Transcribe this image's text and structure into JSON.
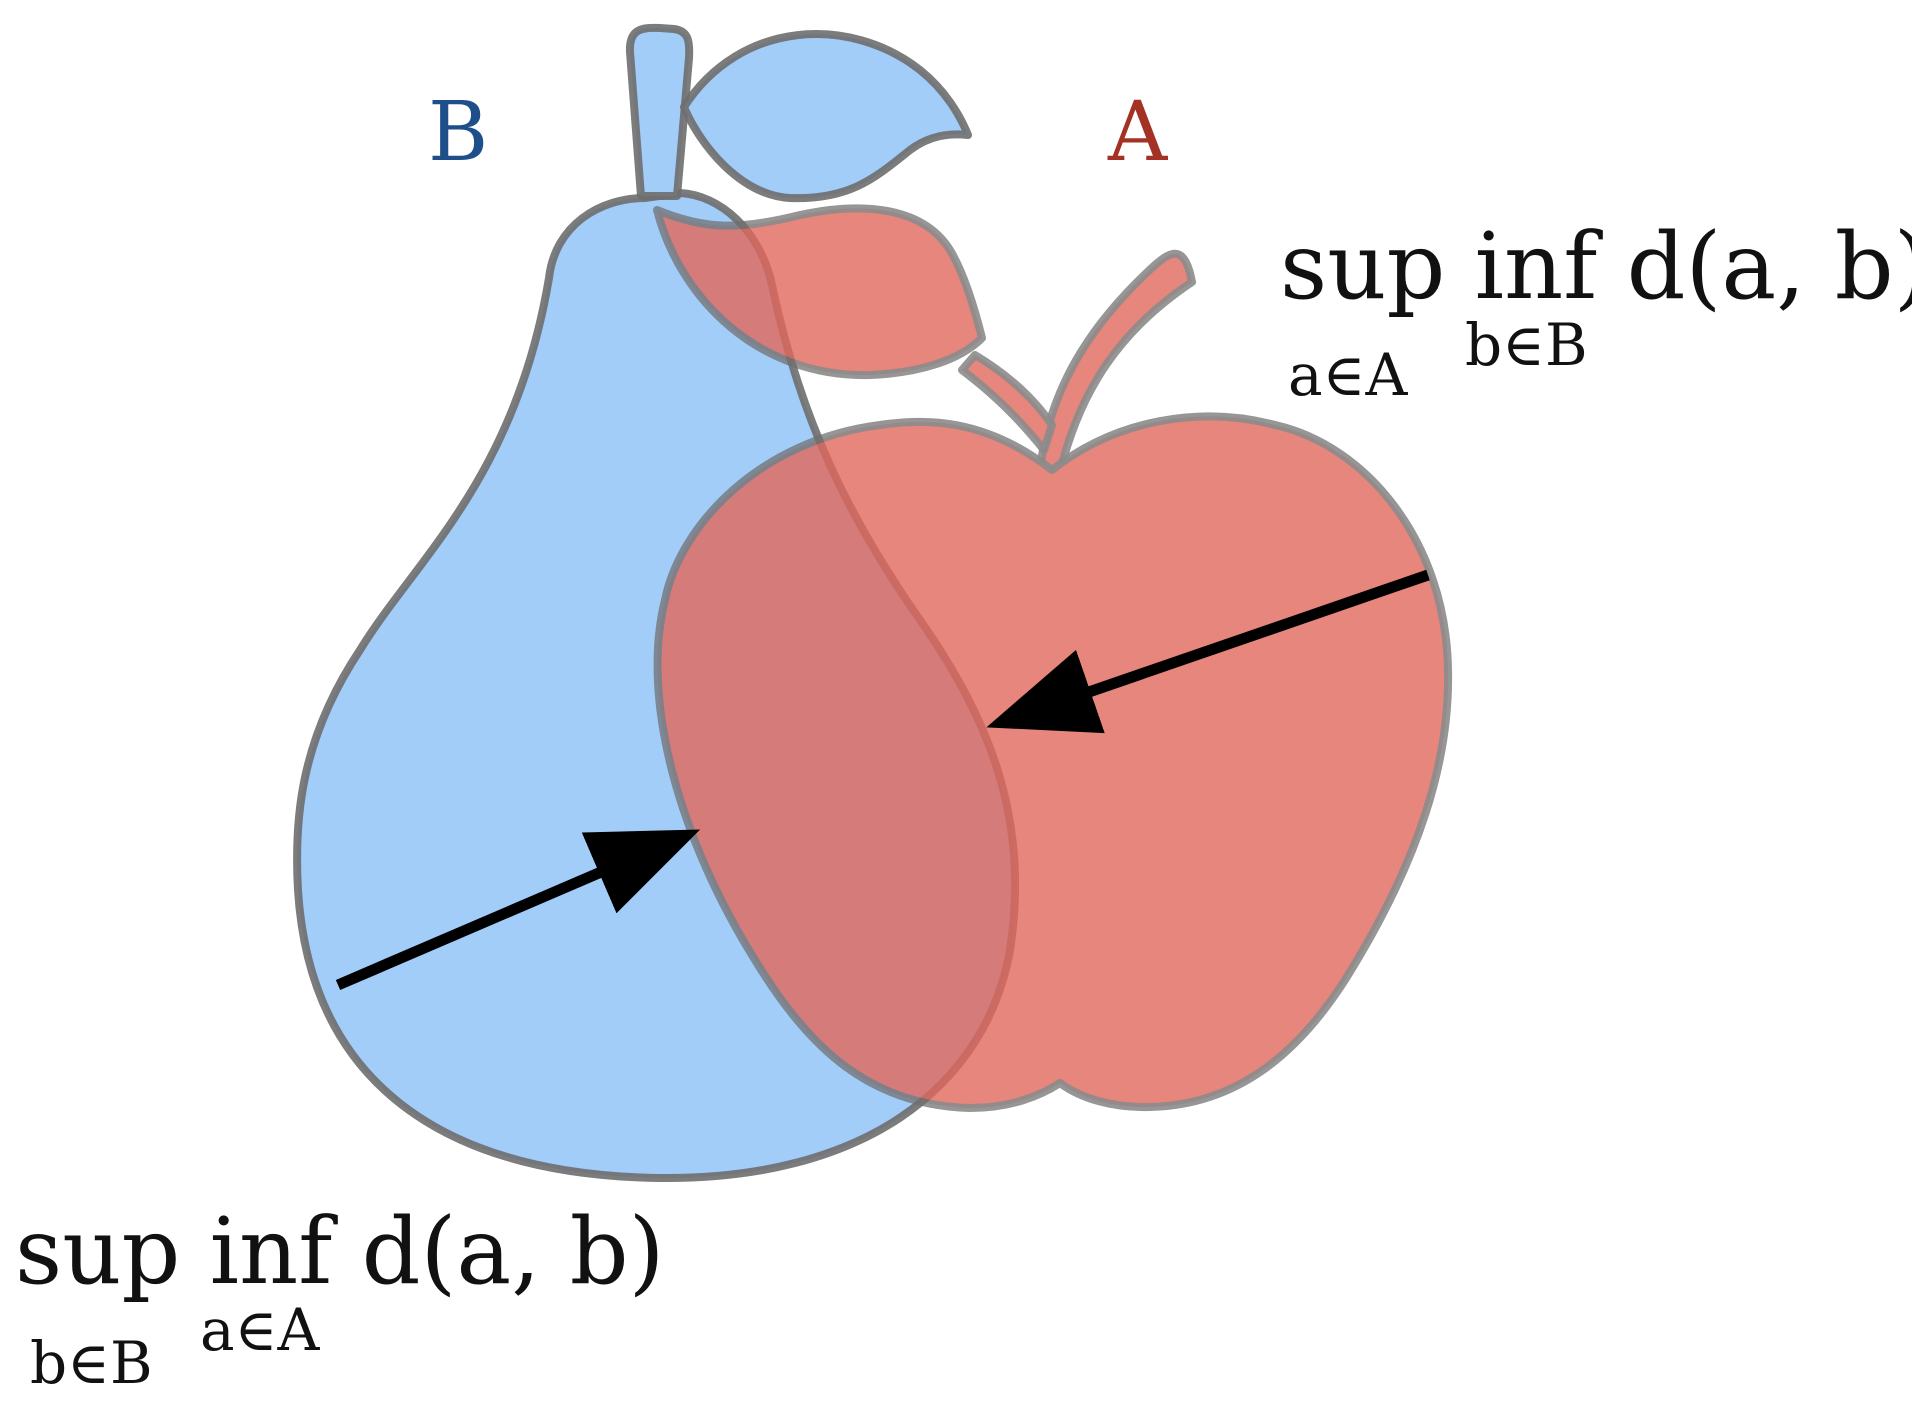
{
  "labels": {
    "set_b": "B",
    "set_a": "A"
  },
  "formula_top": {
    "main": "sup inf d(a, b)",
    "sub_outer": "a∈A",
    "sub_inner": "b∈B"
  },
  "formula_bottom": {
    "main": "sup inf d(a, b)",
    "sub_outer": "b∈B",
    "sub_inner": "a∈A"
  },
  "colors": {
    "pear_fill": "#a3cdf9",
    "apple_fill": "#e2685c",
    "label_b": "#1e4f8a",
    "label_a": "#a33224",
    "arrow": "#000000"
  }
}
